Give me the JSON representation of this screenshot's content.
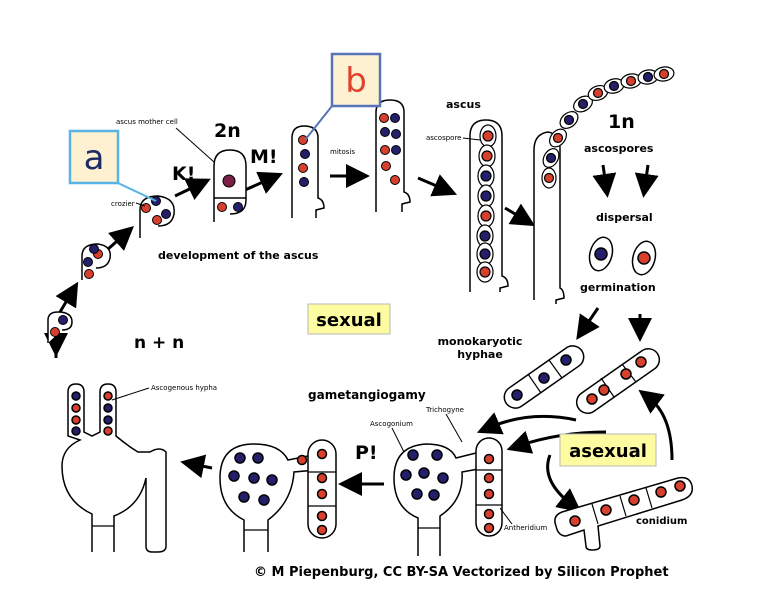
{
  "colors": {
    "red_nucleus": "#d8402e",
    "blue_nucleus": "#241f6a",
    "purple_nucleus": "#7a1f47",
    "yellow_box": "#fefca0",
    "cream_box": "#fdf1d2",
    "blue_frame": "#58b3e6",
    "slate_frame": "#5874b8",
    "callout_b_text": "#e0432d",
    "callout_a_text": "#1c2a66"
  },
  "callouts": {
    "a": "a",
    "b": "b"
  },
  "labels": {
    "ascus_mother_cell": "ascus mother cell",
    "crozier": "crozier",
    "two_n": "2n",
    "k": "K!",
    "m": "M!",
    "mitosis": "mitosis",
    "ascus": "ascus",
    "ascospore": "ascospore",
    "one_n": "1n",
    "ascospores": "ascospores",
    "dispersal": "dispersal",
    "germination": "germination",
    "development": "development of the ascus",
    "sexual": "sexual",
    "n_plus_n": "n + n",
    "monokaryotic_1": "monokaryotic",
    "monokaryotic_2": "hyphae",
    "ascogenous_hypha": "Ascogenous hypha",
    "gametangiogamy": "gametangiogamy",
    "trichogyne": "Trichogyne",
    "ascogonium": "Ascogonium",
    "p": "P!",
    "asexual": "asexual",
    "antheridium": "Antheridium",
    "conidium": "conidium",
    "credit": "© M Piepenburg, CC BY-SA Vectorized by Silicon Prophet"
  }
}
